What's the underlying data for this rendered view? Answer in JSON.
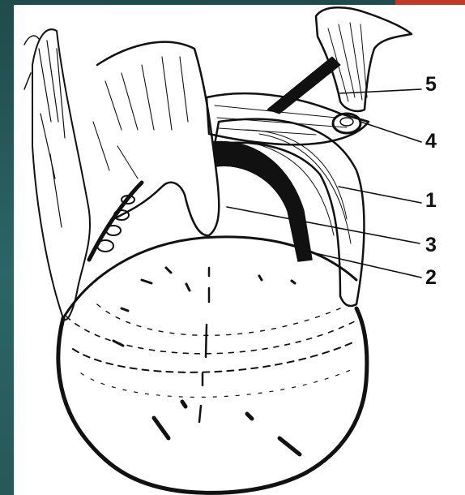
{
  "figure": {
    "labels": [
      "5",
      "4",
      "1",
      "3",
      "2"
    ],
    "colors": {
      "frame": "#2b5c5e",
      "accent_tab": "#c0392b",
      "ink": "#111111",
      "paper": "#ffffff"
    }
  }
}
